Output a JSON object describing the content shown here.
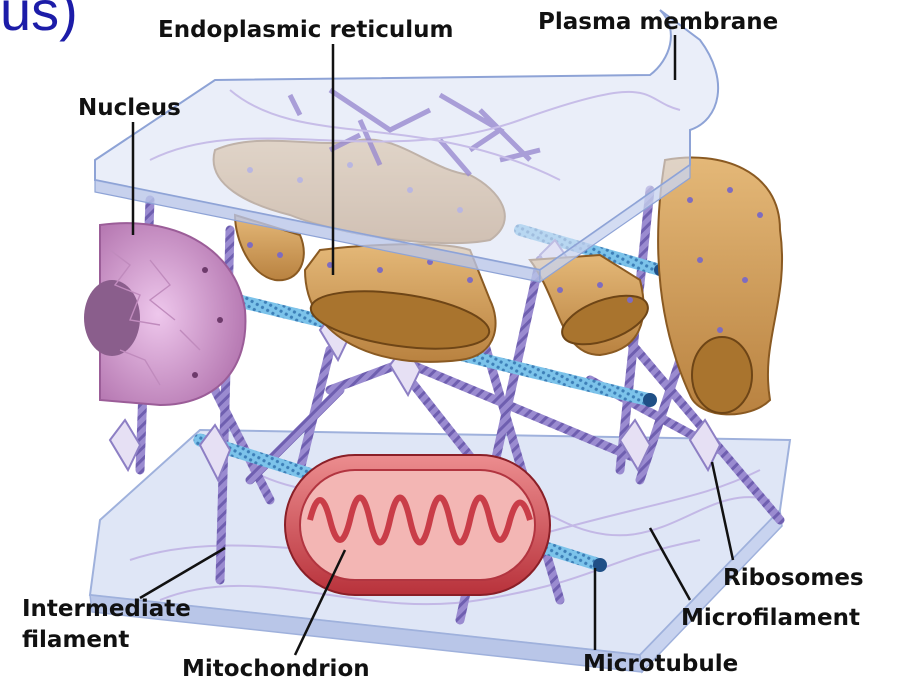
{
  "corner_text": "us)",
  "labels": {
    "endoplasmic_reticulum": "Endoplasmic reticulum",
    "plasma_membrane": "Plasma membrane",
    "nucleus": "Nucleus",
    "ribosomes": "Ribosomes",
    "microfilament": "Microfilament",
    "intermediate_filament_line1": "Intermediate",
    "intermediate_filament_line2": "filament",
    "mitochondrion": "Mitochondrion",
    "microtubule": "Microtubule"
  },
  "colors": {
    "membrane": "#dfe6f6",
    "membrane_edge": "#9fb1dc",
    "er": "#d7a35f",
    "er_dark": "#a9742e",
    "nucleus": "#d9a9d6",
    "mitochondrion": "#d9545a",
    "intermediate_filament": "#8d7fc4",
    "microtubule": "#6fb8e6",
    "leader_line": "#111111"
  }
}
